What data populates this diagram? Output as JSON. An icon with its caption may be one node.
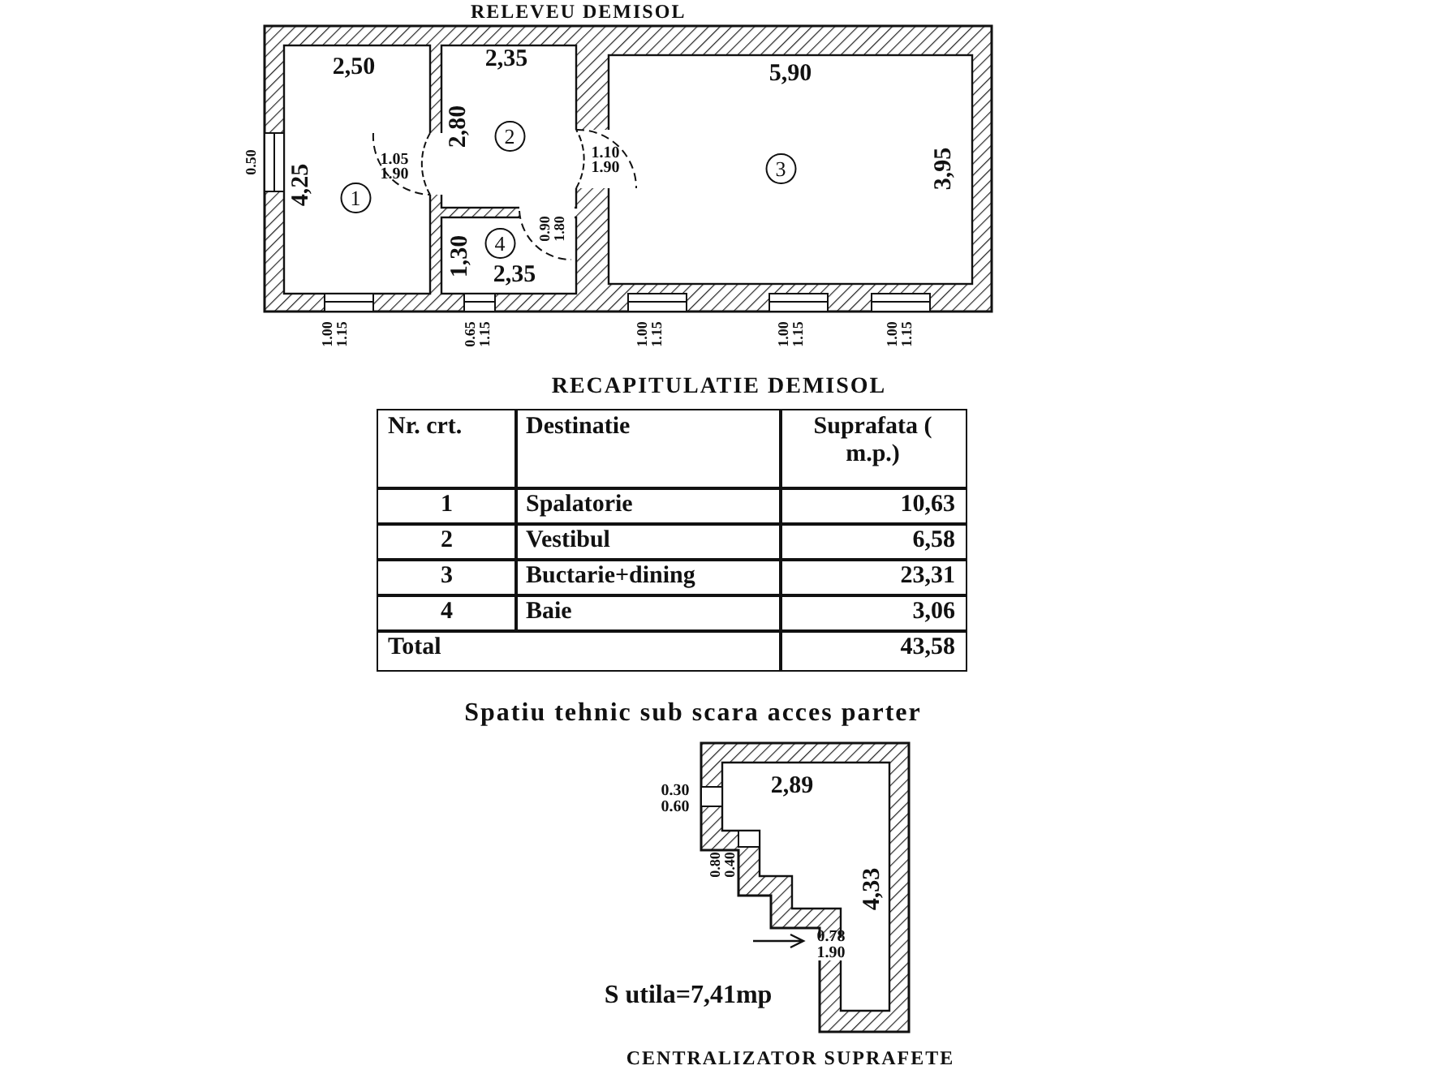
{
  "diagram": {
    "title": "RELEVEU DEMISOL",
    "labels": [
      "2,50",
      "2,35",
      "5,90",
      "2,80",
      "2",
      "1.05",
      "1.90",
      "1.10",
      "1.90",
      "0.50",
      "4,25",
      "1",
      "3",
      "3,95",
      "1,30",
      "4",
      "0.90",
      "1.80",
      "2,35",
      "1.00",
      "1.15",
      "0.65",
      "1.15",
      "1.00",
      "1.15",
      "1.00",
      "1.15",
      "1.00",
      "1.15",
      "RECAPITULATIE DEMISOL",
      "Nr. crt.",
      "Destinatie",
      "Suprafata ( m.p.)",
      "1",
      "Spalatorie",
      "10,63",
      "2",
      "Vestibul",
      "6,58",
      "3",
      "Buctarie+dining",
      "23,31",
      "4",
      "Baie",
      "3,06",
      "Total",
      "43,58",
      "Spatiu tehnic sub scara acces parter",
      "0.30",
      "0.60",
      "2,89",
      "0.80",
      "0.40",
      "4,33",
      "0.78",
      "1.90",
      "S utila=7,41mp",
      "CENTRALIZATOR SUPRAFETE"
    ]
  }
}
